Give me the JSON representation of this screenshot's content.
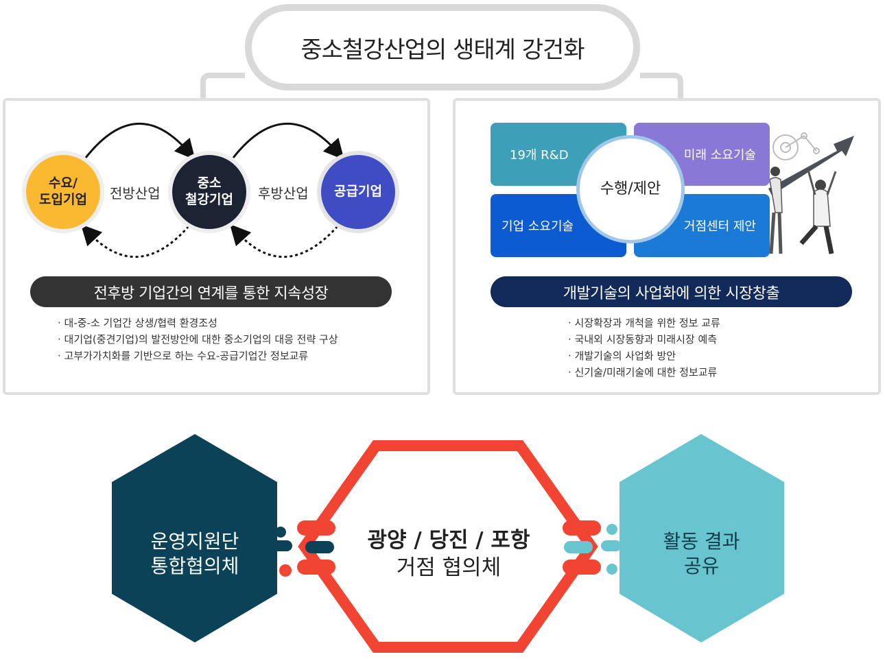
{
  "title": "중소철강산업의 생태계 강건화",
  "left_panel": {
    "nodes": [
      {
        "line1": "수요/",
        "line2": "도입기업",
        "color": "#fbb931"
      },
      {
        "line1": "중소",
        "line2": "철강기업",
        "color": "#1c2434"
      },
      {
        "line1": "공급기업",
        "line2": "",
        "color": "#3f4cc4"
      }
    ],
    "links": [
      "전방산업",
      "후방산업"
    ],
    "bar_title": "전후방 기업간의 연계를 통한 지속성장",
    "bar_color": "#333333",
    "bullets": [
      "· 대-중-소 기업간 상생/협력 환경조성",
      "· 대기업(중견기업)의 발전방안에 대한 중소기업의 대응 전략 구상",
      "· 고부가가치화를 기반으로 하는 수요-공급기업간 정보교류"
    ]
  },
  "right_panel": {
    "quadrants": [
      {
        "label": "19개 R&D",
        "color": "#3d9fb8"
      },
      {
        "label": "미래 소요기술",
        "color": "#8a78d6"
      },
      {
        "label": "기업 소요기술",
        "color": "#0d5bd0"
      },
      {
        "label": "거점센터 제안",
        "color": "#1b7ad6"
      }
    ],
    "center_label": "수행/제안",
    "bar_title": "개발기술의 사업화에 의한 시장창출",
    "bar_color": "#112a5a",
    "bullets": [
      "· 시장확장과 개척을 위한 정보 교류",
      "· 국내외 시장동향과 미래시장 예측",
      "· 개발기술의 사업화 방안",
      "· 신기술/미래기술에 대한 정보교류"
    ]
  },
  "bottom": {
    "left": {
      "line1": "운영지원단",
      "line2": "통합협의체",
      "color": "#0c4257"
    },
    "center": {
      "line1": "광양 / 당진  / 포항",
      "line2": "거점 협의체",
      "color": "#f24433"
    },
    "right": {
      "line1": "활동 결과",
      "line2": "공유",
      "color": "#68c5cf"
    }
  }
}
